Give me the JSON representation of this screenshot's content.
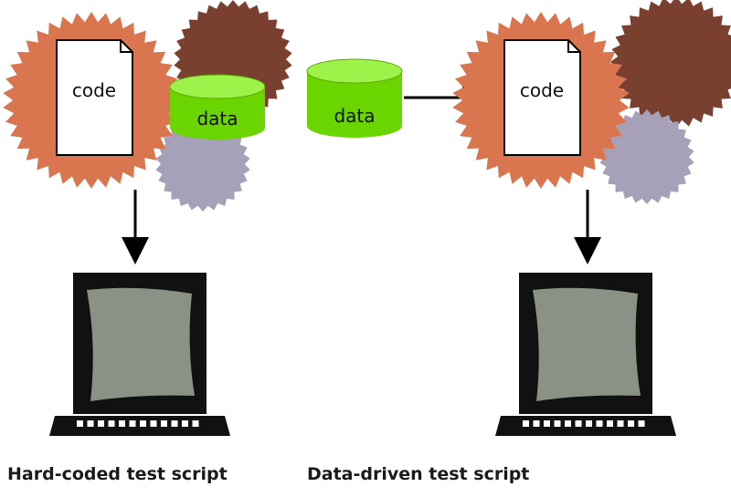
{
  "diagram": {
    "code_label": "code",
    "data_label": "data",
    "left_caption": "Hard-coded test script",
    "right_caption": "Data-driven test script"
  },
  "colors": {
    "orange_gear": "#d9764f",
    "brown_gear": "#7a402f",
    "gray_gear": "#a6a0b8",
    "data_green": "#6ad500",
    "data_green_top": "#9ff24a",
    "screen": "#8a9286",
    "laptop": "#111111"
  }
}
